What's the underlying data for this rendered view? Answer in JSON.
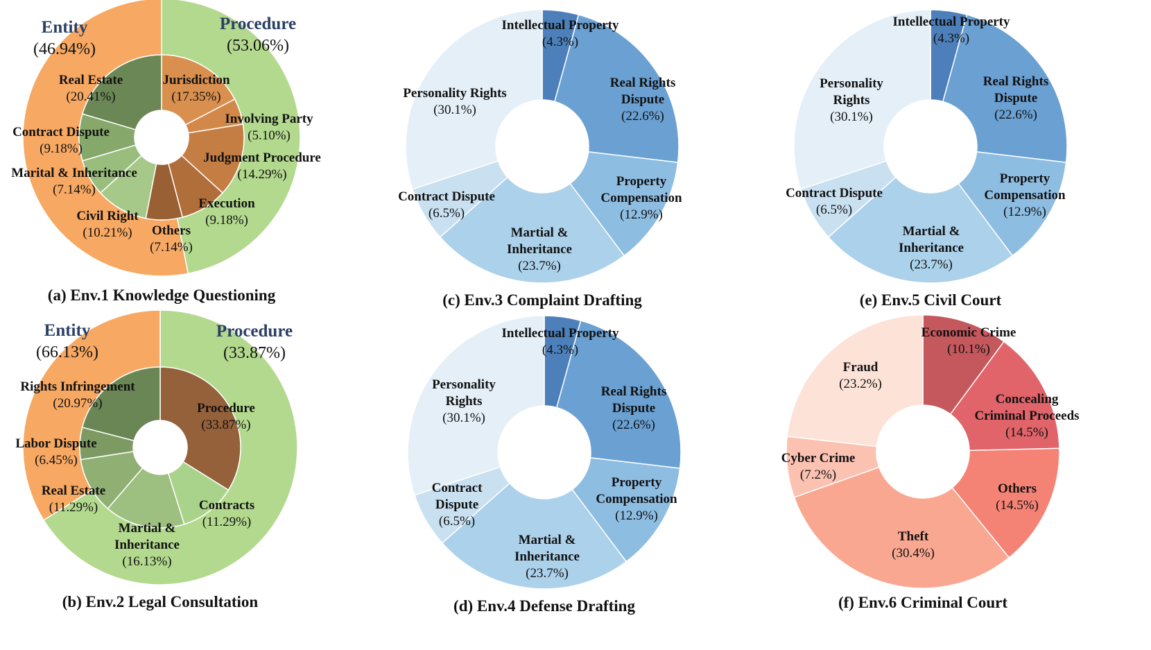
{
  "chart_data": [
    {
      "id": "env1",
      "type": "pie",
      "title": "(a) Env.1 Knowledge Questioning",
      "outer": [
        {
          "name": "Entity",
          "value": 46.94,
          "label": "(46.94%)",
          "color": "#b3d98e"
        },
        {
          "name": "Procedure",
          "value": 53.06,
          "label": "(53.06%)",
          "color": "#f7a862"
        }
      ],
      "inner": [
        {
          "name": "Jurisdiction",
          "value": 17.35,
          "label": "(17.35%)",
          "color": "#d98f4e"
        },
        {
          "name": "Involving Party",
          "value": 5.1,
          "label": "(5.10%)",
          "color": "#d28849"
        },
        {
          "name": "Judgment Procedure",
          "value": 14.29,
          "label": "(14.29%)",
          "color": "#c47e44"
        },
        {
          "name": "Execution",
          "value": 9.18,
          "label": "(9.18%)",
          "color": "#b06e3b"
        },
        {
          "name": "Others",
          "value": 7.14,
          "label": "(7.14%)",
          "color": "#996034"
        },
        {
          "name": "Civil Right",
          "value": 10.21,
          "label": "(10.21%)",
          "color": "#a6c98a"
        },
        {
          "name": "Marital & Inheritance",
          "value": 7.14,
          "label": "(7.14%)",
          "color": "#98bd7c"
        },
        {
          "name": "Contract Dispute",
          "value": 9.18,
          "label": "(9.18%)",
          "color": "#86a86b"
        },
        {
          "name": "Real Estate",
          "value": 20.41,
          "label": "(20.41%)",
          "color": "#6b8755"
        }
      ]
    },
    {
      "id": "env2",
      "type": "pie",
      "title": "(b) Env.2 Legal Consultation",
      "outer": [
        {
          "name": "Entity",
          "value": 66.13,
          "label": "(66.13%)",
          "color": "#b3d98e"
        },
        {
          "name": "Procedure",
          "value": 33.87,
          "label": "(33.87%)",
          "color": "#f7a862"
        }
      ],
      "inner": [
        {
          "name": "Procedure",
          "value": 33.87,
          "label": "(33.87%)",
          "color": "#94613b"
        },
        {
          "name": "Contracts",
          "value": 11.29,
          "label": "(11.29%)",
          "color": "#a9d38a"
        },
        {
          "name": "Martial & Inheritance",
          "value": 16.13,
          "label": "(16.13%)",
          "color": "#9dbf7f"
        },
        {
          "name": "Real Estate",
          "value": 11.29,
          "label": "(11.29%)",
          "color": "#8faf73"
        },
        {
          "name": "Labor Dispute",
          "value": 6.45,
          "label": "(6.45%)",
          "color": "#7d9a63"
        },
        {
          "name": "Rights Infringement",
          "value": 20.97,
          "label": "(20.97%)",
          "color": "#6a8654"
        }
      ]
    },
    {
      "id": "env3",
      "type": "pie",
      "title": "(c) Env.3 Complaint Drafting",
      "slices": [
        {
          "name": "Intellectual Property",
          "value": 4.3,
          "label": "(4.3%)",
          "color": "#4d80bb"
        },
        {
          "name": "Real Rights Dispute",
          "value": 22.6,
          "label": "(22.6%)",
          "color": "#6aa0d2"
        },
        {
          "name": "Property Compensation",
          "value": 12.9,
          "label": "(12.9%)",
          "color": "#8ebde2"
        },
        {
          "name": "Martial & Inheritance",
          "value": 23.7,
          "label": "(23.7%)",
          "color": "#acd1ea"
        },
        {
          "name": "Contract Dispute",
          "value": 6.5,
          "label": "(6.5%)",
          "color": "#c9e0f1"
        },
        {
          "name": "Personality Rights",
          "value": 30.1,
          "label": "(30.1%)",
          "color": "#e4eff8"
        }
      ]
    },
    {
      "id": "env4",
      "type": "pie",
      "title": "(d) Env.4 Defense Drafting",
      "slices": [
        {
          "name": "Intellectual Property",
          "value": 4.3,
          "label": "(4.3%)",
          "color": "#4d80bb"
        },
        {
          "name": "Real Rights Dispute",
          "value": 22.6,
          "label": "(22.6%)",
          "color": "#6aa0d2"
        },
        {
          "name": "Property Compensation",
          "value": 12.9,
          "label": "(12.9%)",
          "color": "#8ebde2"
        },
        {
          "name": "Martial & Inheritance",
          "value": 23.7,
          "label": "(23.7%)",
          "color": "#acd1ea"
        },
        {
          "name": "Contract Dispute",
          "value": 6.5,
          "label": "(6.5%)",
          "color": "#c9e0f1"
        },
        {
          "name": "Personality Rights",
          "value": 30.1,
          "label": "(30.1%)",
          "color": "#e4eff8"
        }
      ]
    },
    {
      "id": "env5",
      "type": "pie",
      "title": "(e) Env.5 Civil Court",
      "slices": [
        {
          "name": "Intellectual Property",
          "value": 4.3,
          "label": "(4.3%)",
          "color": "#4d80bb"
        },
        {
          "name": "Real Rights Dispute",
          "value": 22.6,
          "label": "(22.6%)",
          "color": "#6aa0d2"
        },
        {
          "name": "Property Compensation",
          "value": 12.9,
          "label": "(12.9%)",
          "color": "#8ebde2"
        },
        {
          "name": "Martial & Inheritance",
          "value": 23.7,
          "label": "(23.7%)",
          "color": "#acd1ea"
        },
        {
          "name": "Contract Dispute",
          "value": 6.5,
          "label": "(6.5%)",
          "color": "#c9e0f1"
        },
        {
          "name": "Personality Rights",
          "value": 30.1,
          "label": "(30.1%)",
          "color": "#e4eff8"
        }
      ]
    },
    {
      "id": "env6",
      "type": "pie",
      "title": "(f) Env.6 Criminal Court",
      "slices": [
        {
          "name": "Economic Crime",
          "value": 10.1,
          "label": "(10.1%)",
          "color": "#c4585d"
        },
        {
          "name": "Concealing Criminal Proceeds",
          "value": 14.5,
          "label": "(14.5%)",
          "color": "#e0646a"
        },
        {
          "name": "Others",
          "value": 14.5,
          "label": "(14.5%)",
          "color": "#f48275"
        },
        {
          "name": "Theft",
          "value": 30.4,
          "label": "(30.4%)",
          "color": "#f9a791"
        },
        {
          "name": "Cyber Crime",
          "value": 7.2,
          "label": "(7.2%)",
          "color": "#fbc2b2"
        },
        {
          "name": "Fraud",
          "value": 23.2,
          "label": "(23.2%)",
          "color": "#fde2d8"
        }
      ]
    }
  ]
}
